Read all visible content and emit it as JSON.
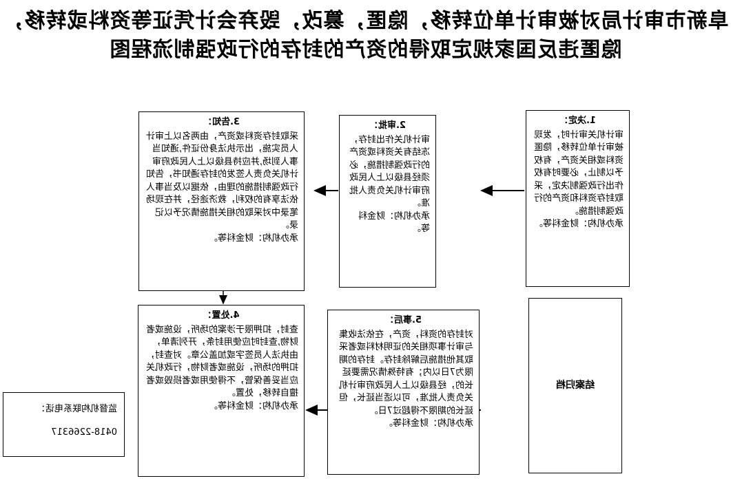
{
  "title": {
    "line1": "阜新市审计局对被审计单位转移，隐匿，篡改，毁弃会计凭证等资料或转移，",
    "line2": "隐匿违反国家规定取得的资产的封存的行政强制流程图"
  },
  "steps": {
    "decide": {
      "head": "1.决定：",
      "body": "审计机关审计时，发现被审计单位转移，隐匿资料或相关资产，有权予以制止，必要时有权作出行政强制决定，采取封存资料和资产的行政强制措施。",
      "org": "承办机构：财金科等。"
    },
    "approve": {
      "head": "2.审批：",
      "body": "审计机关作出封存，冻结有关资料或资产的行政强制措施，必须经县级以上人民政府审计机关负责人批准。",
      "org": "承办机构：财金科等。"
    },
    "notify": {
      "head": "3.告知：",
      "body": "采取封存资料或资产，由两名以上审计人员实施，出示执法身份证件,通知当事人到场,并应持县级以上人民政府审计机关负责人签发的封存通知书，告知行政强制措施的理由，依据以及当事人依法享有的权利，救济途径，并在现场笔录中对采取的相关措施情况予以记录。",
      "org": "承办机构：财金科等。"
    },
    "handle": {
      "head": "4.处置：",
      "body": "查封，扣押限于涉案的场所，设施或者财物,查封时应使用封条，开列清单，由执法人员签字或加盖公章。对查封，扣押的场所，设施或者财物，行政机关应当妥善保管，不得使用或者损毁或者擅自转移，处置。",
      "org": "承办机构：财金科等。"
    },
    "after": {
      "head": "5.事后：",
      "body": "对封存的资料，资产，在依法收集与审计事项相关的证明材料或者采取其他措施后解除封存。封存的期限为7日以内；有特殊情况需要延长的，经县级以上人民政府审计机关负责人批准，可以适当延长，但延长的期限不得超过7日。",
      "org": "承办机构：财金科等。"
    },
    "close": {
      "label": "结案归档"
    }
  },
  "contact": {
    "label": "监督机构联系电话：",
    "phone": "0418-2266317"
  }
}
